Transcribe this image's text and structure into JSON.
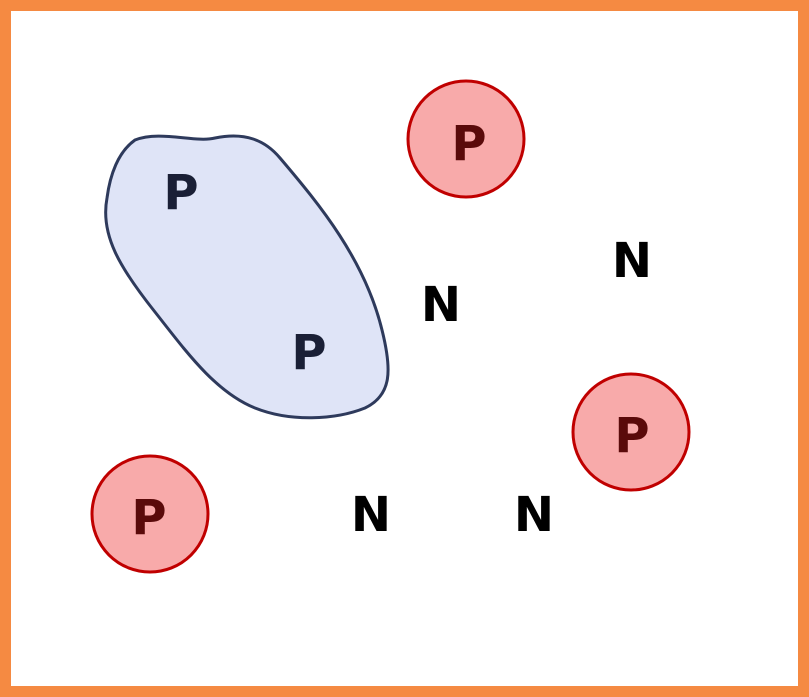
{
  "diagram": {
    "region_labels": [
      "P",
      "P"
    ],
    "circle_labels": [
      "P",
      "P",
      "P"
    ],
    "free_labels": [
      "N",
      "N",
      "N",
      "N"
    ],
    "colors": {
      "frame": "#f58a42",
      "region_fill": "#dfe4f7",
      "region_stroke": "#2e3a5c",
      "circle_fill": "#f8aaaa",
      "circle_stroke": "#c00000"
    }
  }
}
